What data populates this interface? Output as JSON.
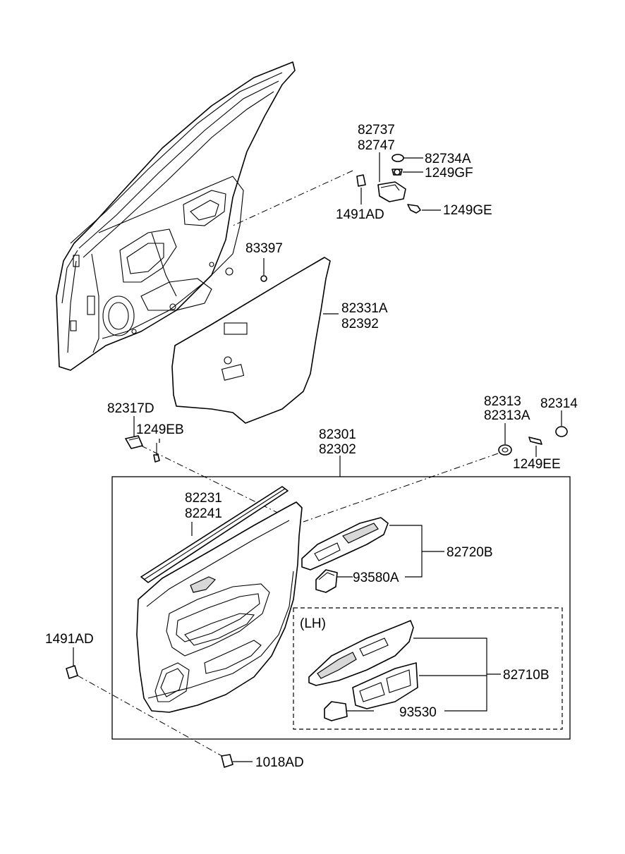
{
  "labels": {
    "p82737": "82737",
    "p82747": "82747",
    "p82734A": "82734A",
    "p1249GF": "1249GF",
    "p1491AD_top": "1491AD",
    "p1249GE": "1249GE",
    "p83397": "83397",
    "p82331A": "82331A",
    "p82392": "82392",
    "p82317D": "82317D",
    "p1249EB": "1249EB",
    "p82301": "82301",
    "p82302": "82302",
    "p82313": "82313",
    "p82313A": "82313A",
    "p82314": "82314",
    "p1249EE": "1249EE",
    "p82231": "82231",
    "p82241": "82241",
    "p82720B": "82720B",
    "p93580A": "93580A",
    "lh": "(LH)",
    "p82710B": "82710B",
    "p93530": "93530",
    "p1491AD_left": "1491AD",
    "p1018AD": "1018AD"
  }
}
